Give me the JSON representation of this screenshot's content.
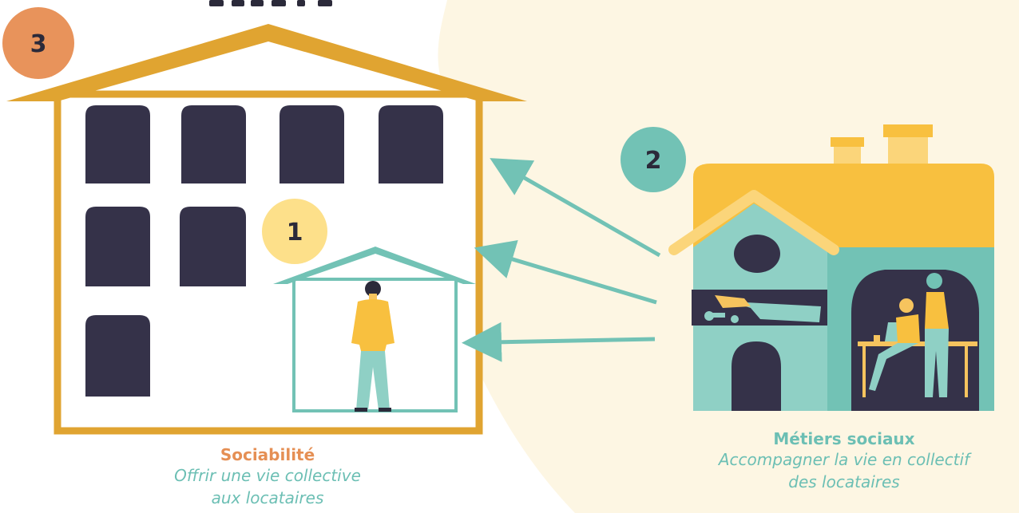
{
  "badges": {
    "building": "3",
    "small_house": "1",
    "right_house": "2"
  },
  "captions": {
    "left_title": "Sociabilité",
    "left_line1": "Offrir une vie collective",
    "left_line2": "aux locataires",
    "right_title": "Métiers sociaux",
    "right_line1": "Accompagner la vie en collectif",
    "right_line2": "des locataires"
  },
  "colors": {
    "badge_3": "#e8935b",
    "badge_1": "#fde08a",
    "badge_2": "#72c2b5",
    "building_outline": "#e0a431",
    "roof_yellow": "#f8c03f",
    "teal": "#72c2b5",
    "window_dark": "#353249",
    "blob_background": "#fdf6e3"
  }
}
